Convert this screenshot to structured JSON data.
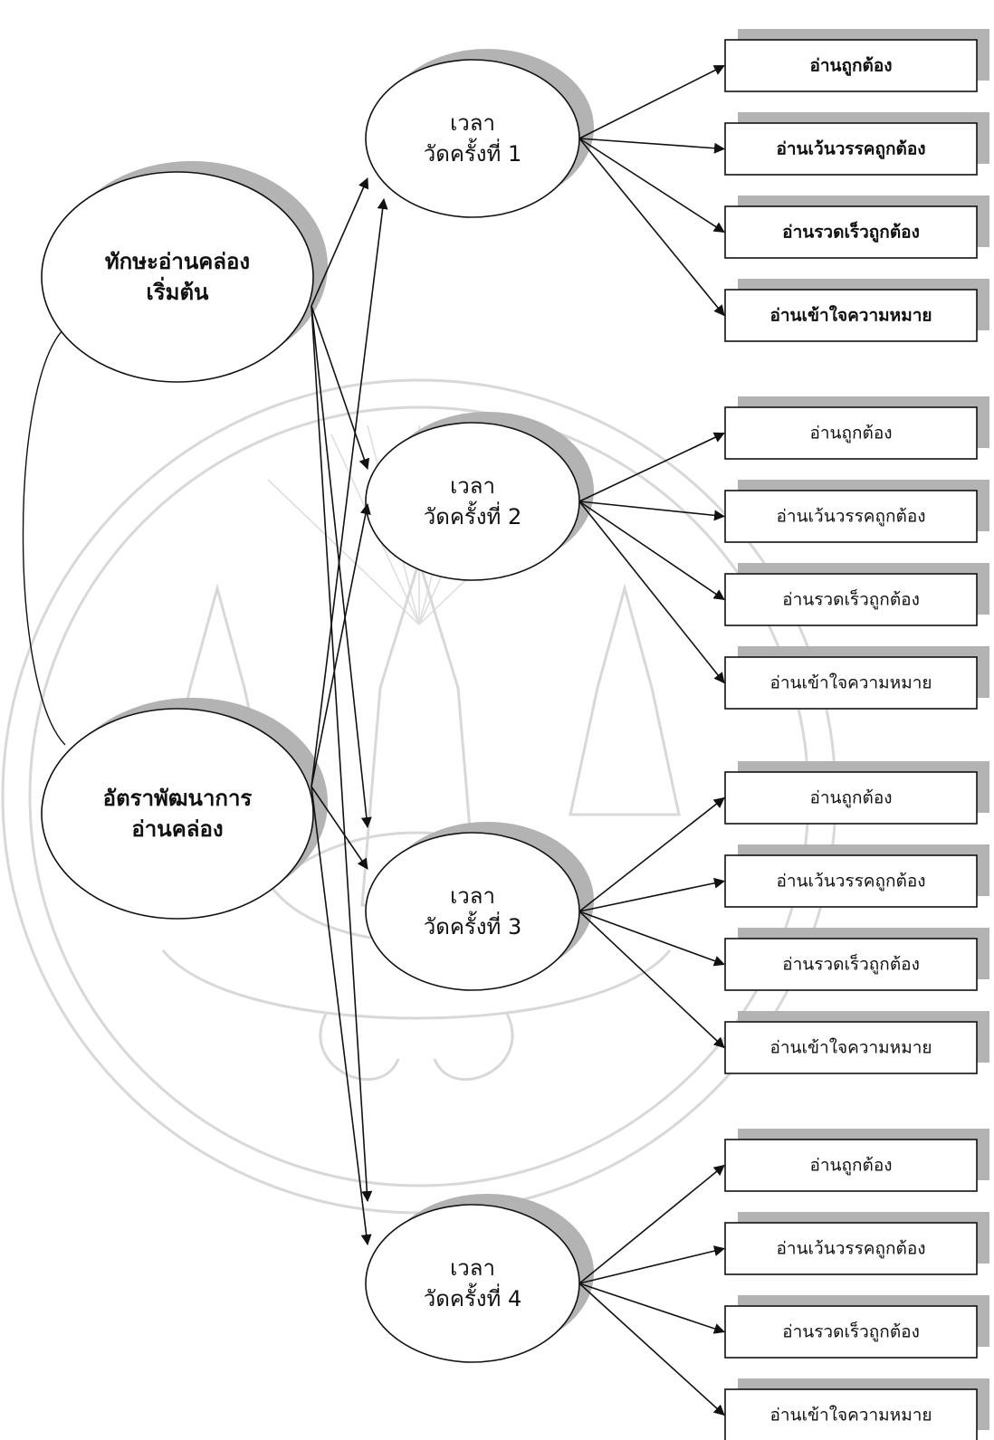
{
  "latent_factors": [
    {
      "id": "initial",
      "lines": [
        "ทักษะอ่านคล่อง",
        "เริ่มต้น"
      ]
    },
    {
      "id": "growth",
      "lines": [
        "อัตราพัฒนาการ",
        "อ่านคล่อง"
      ]
    }
  ],
  "time_points": [
    {
      "lines": [
        "เวลา",
        "วัดครั้งที่ 1"
      ]
    },
    {
      "lines": [
        "เวลา",
        "วัดครั้งที่ 2"
      ]
    },
    {
      "lines": [
        "เวลา",
        "วัดครั้งที่ 3"
      ]
    },
    {
      "lines": [
        "เวลา",
        "วัดครั้งที่ 4"
      ]
    }
  ],
  "indicators": [
    "อ่านถูกต้อง",
    "อ่านเว้นวรรคถูกต้อง",
    "อ่านรวดเร็วถูกต้อง",
    "อ่านเข้าใจความหมาย"
  ],
  "colors": {
    "line": "#111111",
    "shadow": "#b3b3b3",
    "watermark": "#c8c8c8"
  }
}
